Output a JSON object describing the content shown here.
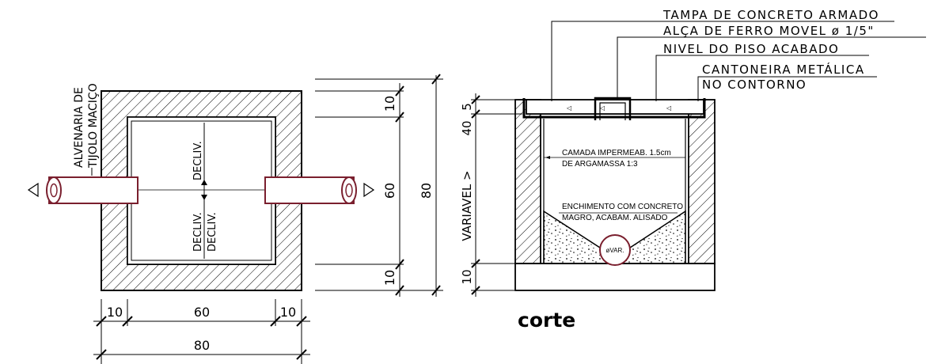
{
  "plan": {
    "wall_label_line1": "ALVENARIA DE",
    "wall_label_line2": "TIJOLO MACIÇO",
    "slope_left": "DECLIV.",
    "slope_right": "DECLIV.",
    "slope_top": "DECLIV.",
    "dim_top_wall": "10",
    "dim_inner_v": "60",
    "dim_bottom_wall": "10",
    "dim_total_v": "80",
    "dim_left_wall": "10",
    "dim_inner_h": "60",
    "dim_right_wall": "10",
    "dim_total_h": "80"
  },
  "section": {
    "title": "corte",
    "callout_1": "TAMPA DE CONCRETO ARMADO",
    "callout_2": "ALÇA DE FERRO MOVEL ø 1/5\"",
    "callout_3": "NIVEL DO PISO ACABADO",
    "callout_4a": "CANTONEIRA METÁLICA",
    "callout_4b": "NO CONTORNO",
    "note_lining_1": "CAMADA IMPERMEAB. 1.5cm",
    "note_lining_2": "DE ARGAMASSA 1:3",
    "note_fill_1": "ENCHIMENTO COM CONCRETO",
    "note_fill_2": "MAGRO, ACABAM. ALISADO",
    "pipe_label": "øVAR.",
    "dim_lid": "5",
    "dim_top": "40",
    "dim_variable": "VARIAVEL >",
    "dim_base": "10"
  }
}
